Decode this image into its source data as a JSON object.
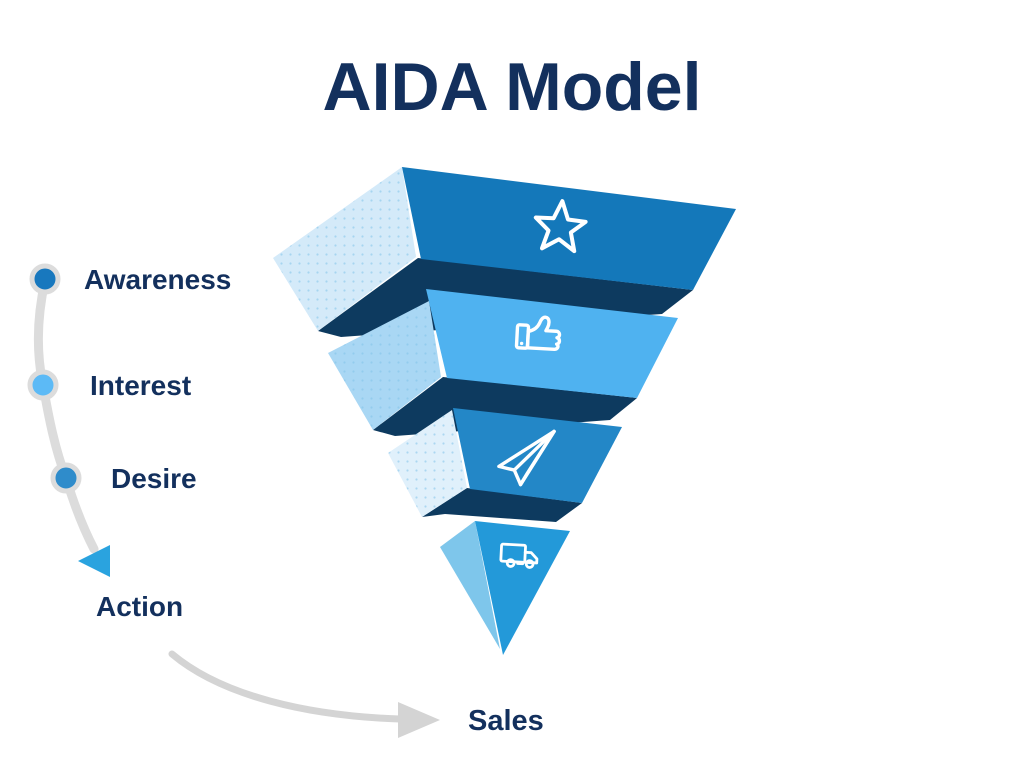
{
  "title": "AIDA Model",
  "stages": [
    {
      "label": "Awareness",
      "marker": "filled-dot",
      "marker_color": "#1878BE"
    },
    {
      "label": "Interest",
      "marker": "filled-dot",
      "marker_color": "#5CBAF6"
    },
    {
      "label": "Desire",
      "marker": "filled-dot",
      "marker_color": "#2F8CCB"
    },
    {
      "label": "Action",
      "marker": "triangle-left",
      "marker_color": "#2AA3DF"
    }
  ],
  "outcome_label": "Sales",
  "funnel": {
    "shadow_color": "#0D3A5F",
    "layers": [
      {
        "stage": "Awareness",
        "icon": "star-icon",
        "front_color": "#1478BA",
        "side_color": "#D4EAF9"
      },
      {
        "stage": "Interest",
        "icon": "thumbs-up-icon",
        "front_color": "#4FB2F0",
        "side_color": "#A9D7F4"
      },
      {
        "stage": "Desire",
        "icon": "paper-plane-icon",
        "front_color": "#2387C7",
        "side_color": "#E0F0FB"
      },
      {
        "stage": "Action",
        "icon": "delivery-truck-icon",
        "front_color": "#2399D9",
        "side_color": "#7EC6EB"
      }
    ]
  },
  "colors": {
    "text_navy": "#13305D",
    "connector_gray": "#DCDCDC",
    "arrow_gray": "#D4D4D4",
    "background": "#FFFFFF"
  }
}
